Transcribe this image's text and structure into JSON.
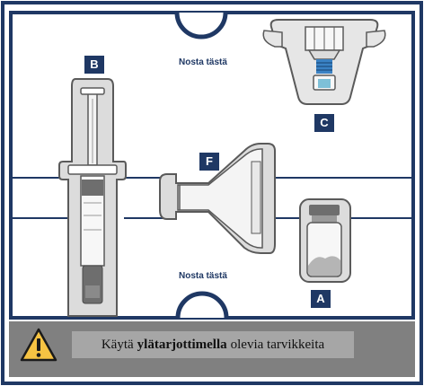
{
  "labels": {
    "a": "A",
    "b": "B",
    "c": "C",
    "f": "F"
  },
  "lift_here_top": "Nosta tästä",
  "lift_here_bottom": "Nosta tästä",
  "warning": {
    "before": "Käytä",
    "bold": "ylätarjottimella",
    "after": "olevia tarvikkeita"
  },
  "colors": {
    "navy": "#1f3864",
    "outline": "#5a5a5a",
    "banner": "#808080",
    "warning_yellow": "#f6c343"
  }
}
